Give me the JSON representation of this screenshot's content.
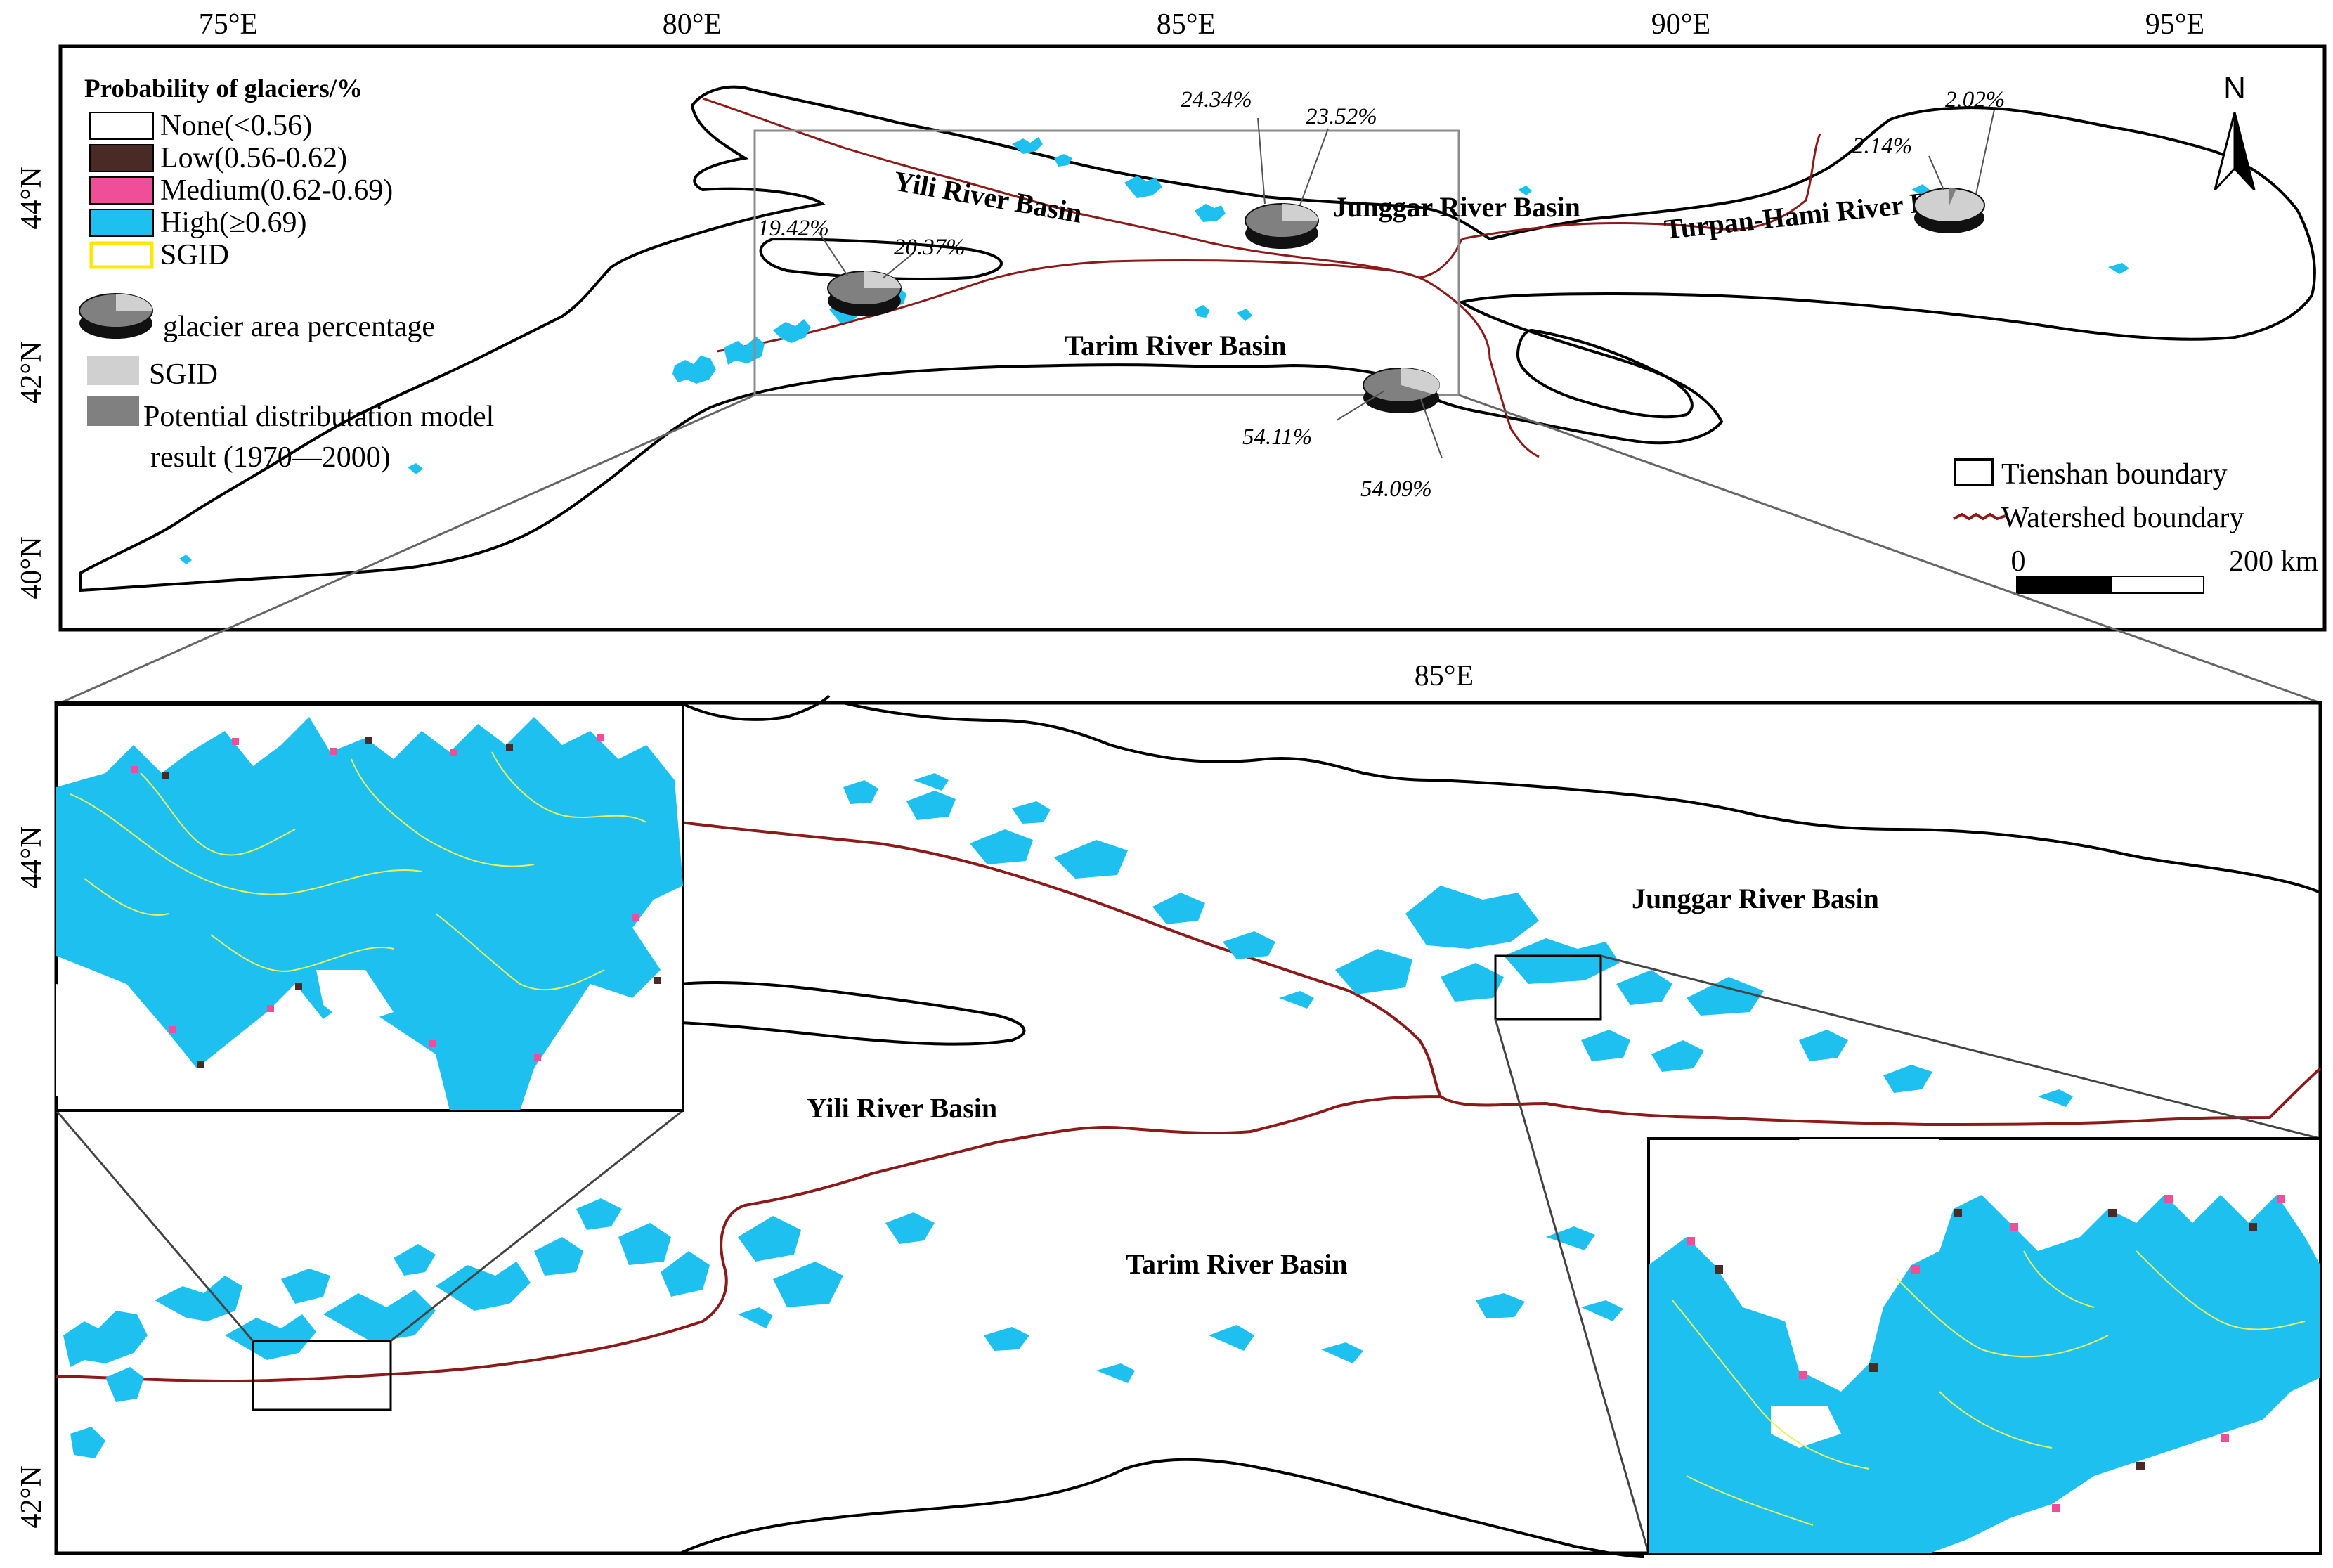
{
  "top_map": {
    "lon_labels": [
      "75°E",
      "80°E",
      "85°E",
      "90°E",
      "95°E"
    ],
    "lat_labels": [
      "44°N",
      "42°N",
      "40°N"
    ],
    "basins": {
      "yili": "Yili River Basin",
      "junggar": "Junggar River Basin",
      "tarim": "Tarim River Basin",
      "turpan": "Turpan-Hami River Basin"
    },
    "pies": {
      "yili": {
        "sgid": "19.42%",
        "model": "20.37%",
        "sgid_value": 19.42,
        "model_value": 20.37
      },
      "junggar": {
        "sgid": "24.34%",
        "model": "23.52%",
        "sgid_value": 24.34,
        "model_value": 23.52
      },
      "turpan": {
        "sgid": "2.02%",
        "model": "2.14%",
        "sgid_value": 2.02,
        "model_value": 2.14
      },
      "tarim": {
        "sgid": "54.09%",
        "model": "54.11%",
        "sgid_value": 54.09,
        "model_value": 54.11
      }
    },
    "legend": {
      "title": "Probability of glaciers/%",
      "classes": [
        {
          "label": "None(<0.56)",
          "color": "#ffffff"
        },
        {
          "label": "Low(0.56-0.62)",
          "color": "#4a2a24"
        },
        {
          "label": "Medium(0.62-0.69)",
          "color": "#f04e98"
        },
        {
          "label": "High(≥0.69)",
          "color": "#1ec0f0"
        },
        {
          "label": "SGID",
          "color": "#ffff00"
        }
      ],
      "pie_label": "glacier area percentage",
      "pie_sgid": "SGID",
      "pie_model_line1": "Potential distributation model",
      "pie_model_line2": "result (1970—2000)",
      "sgid_color": "#d0d0d0",
      "model_color": "#808080"
    },
    "north": "N",
    "boundary_legend": {
      "tienshan": "Tienshan  boundary",
      "watershed": "Watershed boundary"
    },
    "scale": {
      "start": "0",
      "end": "200 km"
    }
  },
  "bottom_map": {
    "lon_label": "85°E",
    "lat_labels": [
      "44°N",
      "42°N"
    ],
    "basins": {
      "junggar": "Junggar River Basin",
      "yili": "Yili River Basin",
      "tarim": "Tarim River Basin"
    }
  },
  "colors": {
    "glacier": "#1ec0f0",
    "watershed": "#8b1a1a",
    "boundary": "#000000"
  }
}
